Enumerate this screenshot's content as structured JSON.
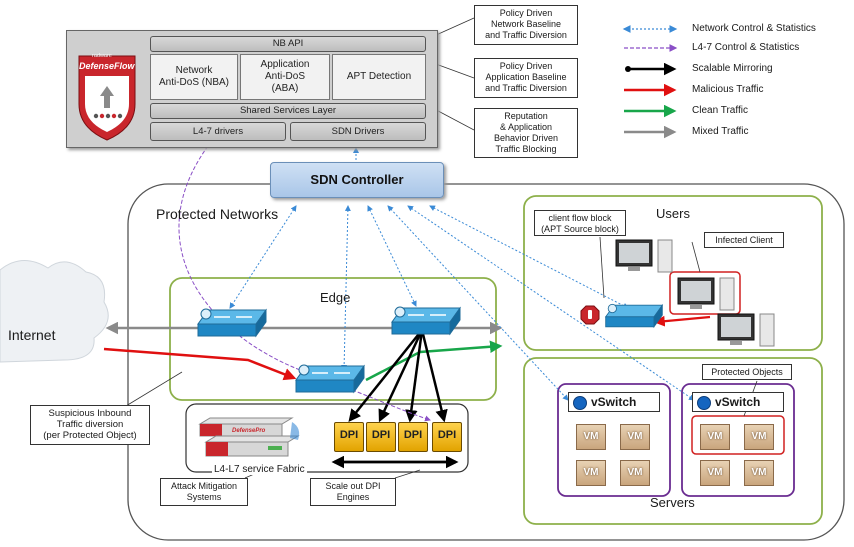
{
  "legend": {
    "items": [
      {
        "label": "Network Control & Statistics",
        "color": "#3a8ad6",
        "style": "dotted"
      },
      {
        "label": "L4-7 Control & Statistics",
        "color": "#8a4fc6",
        "style": "dashed"
      },
      {
        "label": "Scalable Mirroring",
        "color": "#000000",
        "style": "solid-thick"
      },
      {
        "label": "Malicious Traffic",
        "color": "#e01010",
        "style": "solid"
      },
      {
        "label": "Clean Traffic",
        "color": "#18a64a",
        "style": "solid"
      },
      {
        "label": "Mixed Traffic",
        "color": "#8a8a8a",
        "style": "solid"
      }
    ]
  },
  "defenseflow": {
    "logo_brand": "radware",
    "logo_name": "DefenseFlow",
    "nb_api": "NB API",
    "nba": "Network\nAnti-DoS (NBA)",
    "aba": "Application\nAnti-DoS\n(ABA)",
    "apt": "APT Detection",
    "shared": "Shared Services Layer",
    "l47_drivers": "L4-7 drivers",
    "sdn_drivers": "SDN Drivers"
  },
  "callouts": {
    "policy_network": "Policy Driven\nNetwork Baseline\nand Traffic Diversion",
    "policy_app": "Policy Driven\nApplication Baseline\nand Traffic Diversion",
    "reputation": "Reputation\n& Application\nBehavior Driven\nTraffic Blocking",
    "client_block": "client flow block\n(APT Source block)",
    "infected": "Infected Client",
    "protected_objects": "Protected Objects",
    "suspicious": "Suspicious Inbound\nTraffic diversion\n(per Protected Object)",
    "attack": "Attack Mitigation\nSystems",
    "scale_dpi": "Scale out DPI\nEngines"
  },
  "labels": {
    "sdn_controller": "SDN Controller",
    "protected_networks": "Protected Networks",
    "users": "Users",
    "edge": "Edge",
    "internet": "Internet",
    "servers": "Servers",
    "fabric": "L4-L7 service Fabric",
    "vswitch": "vSwitch",
    "vm": "VM",
    "dpi": "DPI",
    "defensepro": "DefensePro"
  },
  "colors": {
    "network_control": "#3a8ad6",
    "l47_control": "#8a4fc6",
    "malicious": "#e01010",
    "clean": "#18a64a",
    "mixed": "#8a8a8a",
    "green_border": "#8db04a",
    "purple_border": "#6a2c91",
    "red_border": "#d02020"
  }
}
